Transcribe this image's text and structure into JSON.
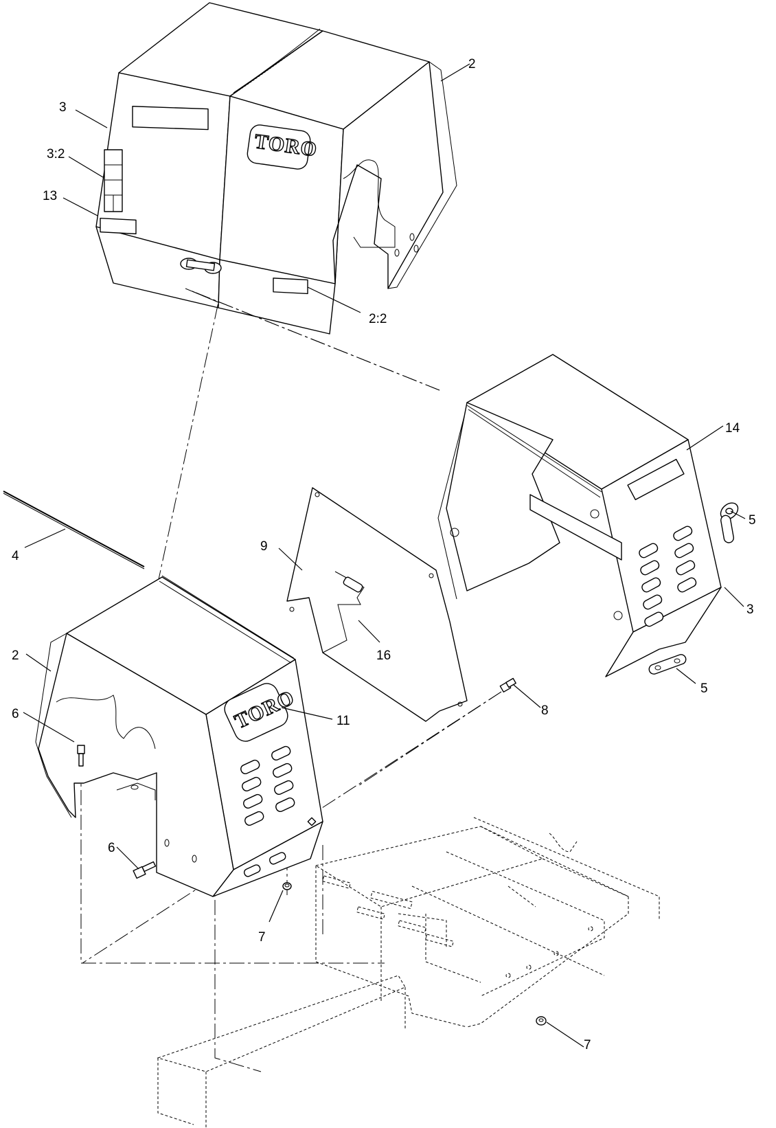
{
  "brand": {
    "logo_text_upper": "TORO",
    "logo_text_lower": "TORO"
  },
  "callouts": [
    {
      "id": "c-2-top",
      "text": "2"
    },
    {
      "id": "c-3-top",
      "text": "3"
    },
    {
      "id": "c-3-2",
      "text": "3:2"
    },
    {
      "id": "c-13",
      "text": "13"
    },
    {
      "id": "c-2-2",
      "text": "2:2"
    },
    {
      "id": "c-14",
      "text": "14"
    },
    {
      "id": "c-5-upper",
      "text": "5"
    },
    {
      "id": "c-9",
      "text": "9"
    },
    {
      "id": "c-4",
      "text": "4"
    },
    {
      "id": "c-3-right",
      "text": "3"
    },
    {
      "id": "c-16",
      "text": "16"
    },
    {
      "id": "c-5-lower",
      "text": "5"
    },
    {
      "id": "c-2-left",
      "text": "2"
    },
    {
      "id": "c-11",
      "text": "11"
    },
    {
      "id": "c-8",
      "text": "8"
    },
    {
      "id": "c-6-upper",
      "text": "6"
    },
    {
      "id": "c-6-lower",
      "text": "6"
    },
    {
      "id": "c-7-left",
      "text": "7"
    },
    {
      "id": "c-7-right",
      "text": "7"
    }
  ]
}
